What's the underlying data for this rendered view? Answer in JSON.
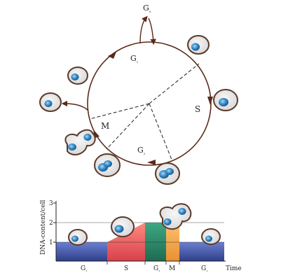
{
  "cycle": {
    "phase_labels": {
      "g0": "G",
      "g0_sub": "₀",
      "g1": "G",
      "g1_sub": "₁",
      "s": "S",
      "g2": "G",
      "g2_sub": "₂",
      "m": "M"
    }
  },
  "chart": {
    "ylabel": "DNA-content/cell",
    "yticks": [
      "1",
      "2",
      "3"
    ],
    "xlabel": "Time",
    "phases": [
      {
        "label": "G",
        "sub": "₁",
        "color": "#4a5fa8"
      },
      {
        "label": "S",
        "sub": "",
        "color": "#e85a5a"
      },
      {
        "label": "G",
        "sub": "₂",
        "color": "#2e8b6e"
      },
      {
        "label": "M",
        "sub": "",
        "color": "#f0a850"
      },
      {
        "label": "G",
        "sub": "₁",
        "color": "#4a5fa8"
      }
    ]
  },
  "colors": {
    "cell_fill": "#e6e6e6",
    "cell_stroke": "#5a3a2a",
    "nucleus": "#2f86c6",
    "arrow": "#5a2a1a"
  }
}
